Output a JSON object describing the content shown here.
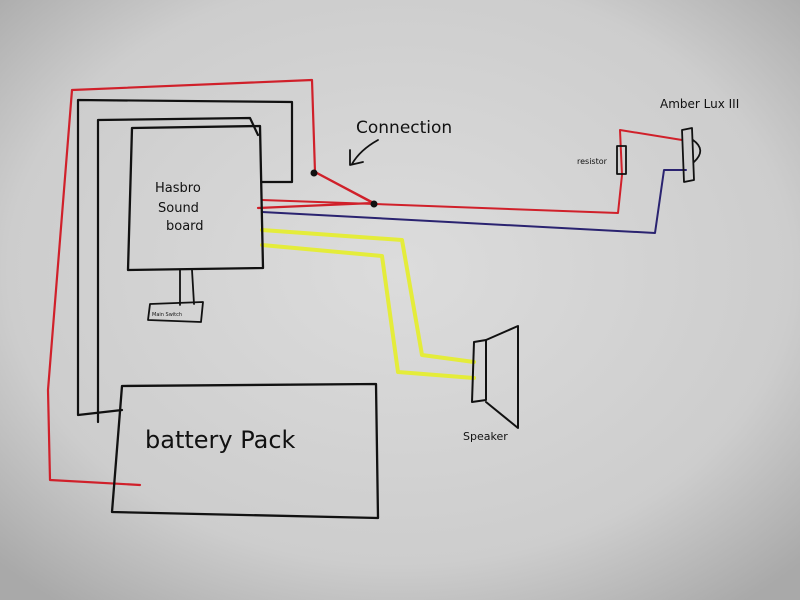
{
  "labels": {
    "connection": "Connection",
    "soundboard_line1": "Hasbro",
    "soundboard_line2": "Sound",
    "soundboard_line3": "board",
    "switch": "Main Switch",
    "resistor": "resistor",
    "led": "Amber Lux III",
    "speaker": "Speaker",
    "battery": "battery Pack"
  },
  "colors": {
    "paper": "#d6d6d6",
    "ink": "#111111",
    "red_wire": "#d0202a",
    "blue_wire": "#2a2370",
    "yellow_wire": "#e4ec3a"
  }
}
